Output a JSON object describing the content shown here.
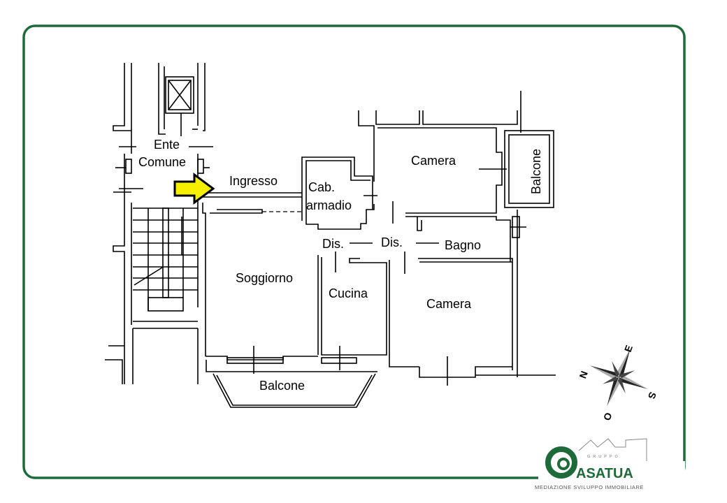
{
  "rooms": {
    "ente": "Ente",
    "comune": "Comune",
    "ingresso": "Ingresso",
    "cab": "Cab.",
    "armadio": "armadio",
    "camera_top": "Camera",
    "balcone_side": "Balcone",
    "dis_left": "Dis.",
    "dis_right": "Dis.",
    "bagno": "Bagno",
    "soggiorno": "Soggiorno",
    "cucina": "Cucina",
    "camera_bottom": "Camera",
    "balcone_bottom": "Balcone"
  },
  "compass": {
    "n": "N",
    "e": "E",
    "s": "S",
    "o": "O"
  },
  "logo": {
    "gruppo": "GRUPPO",
    "name": "ASATUA",
    "tagline": "MEDIAZIONE SVILUPPO IMMOBILIARE"
  },
  "colors": {
    "frame": "#1e6b3a",
    "arrow": "#f5f000"
  }
}
